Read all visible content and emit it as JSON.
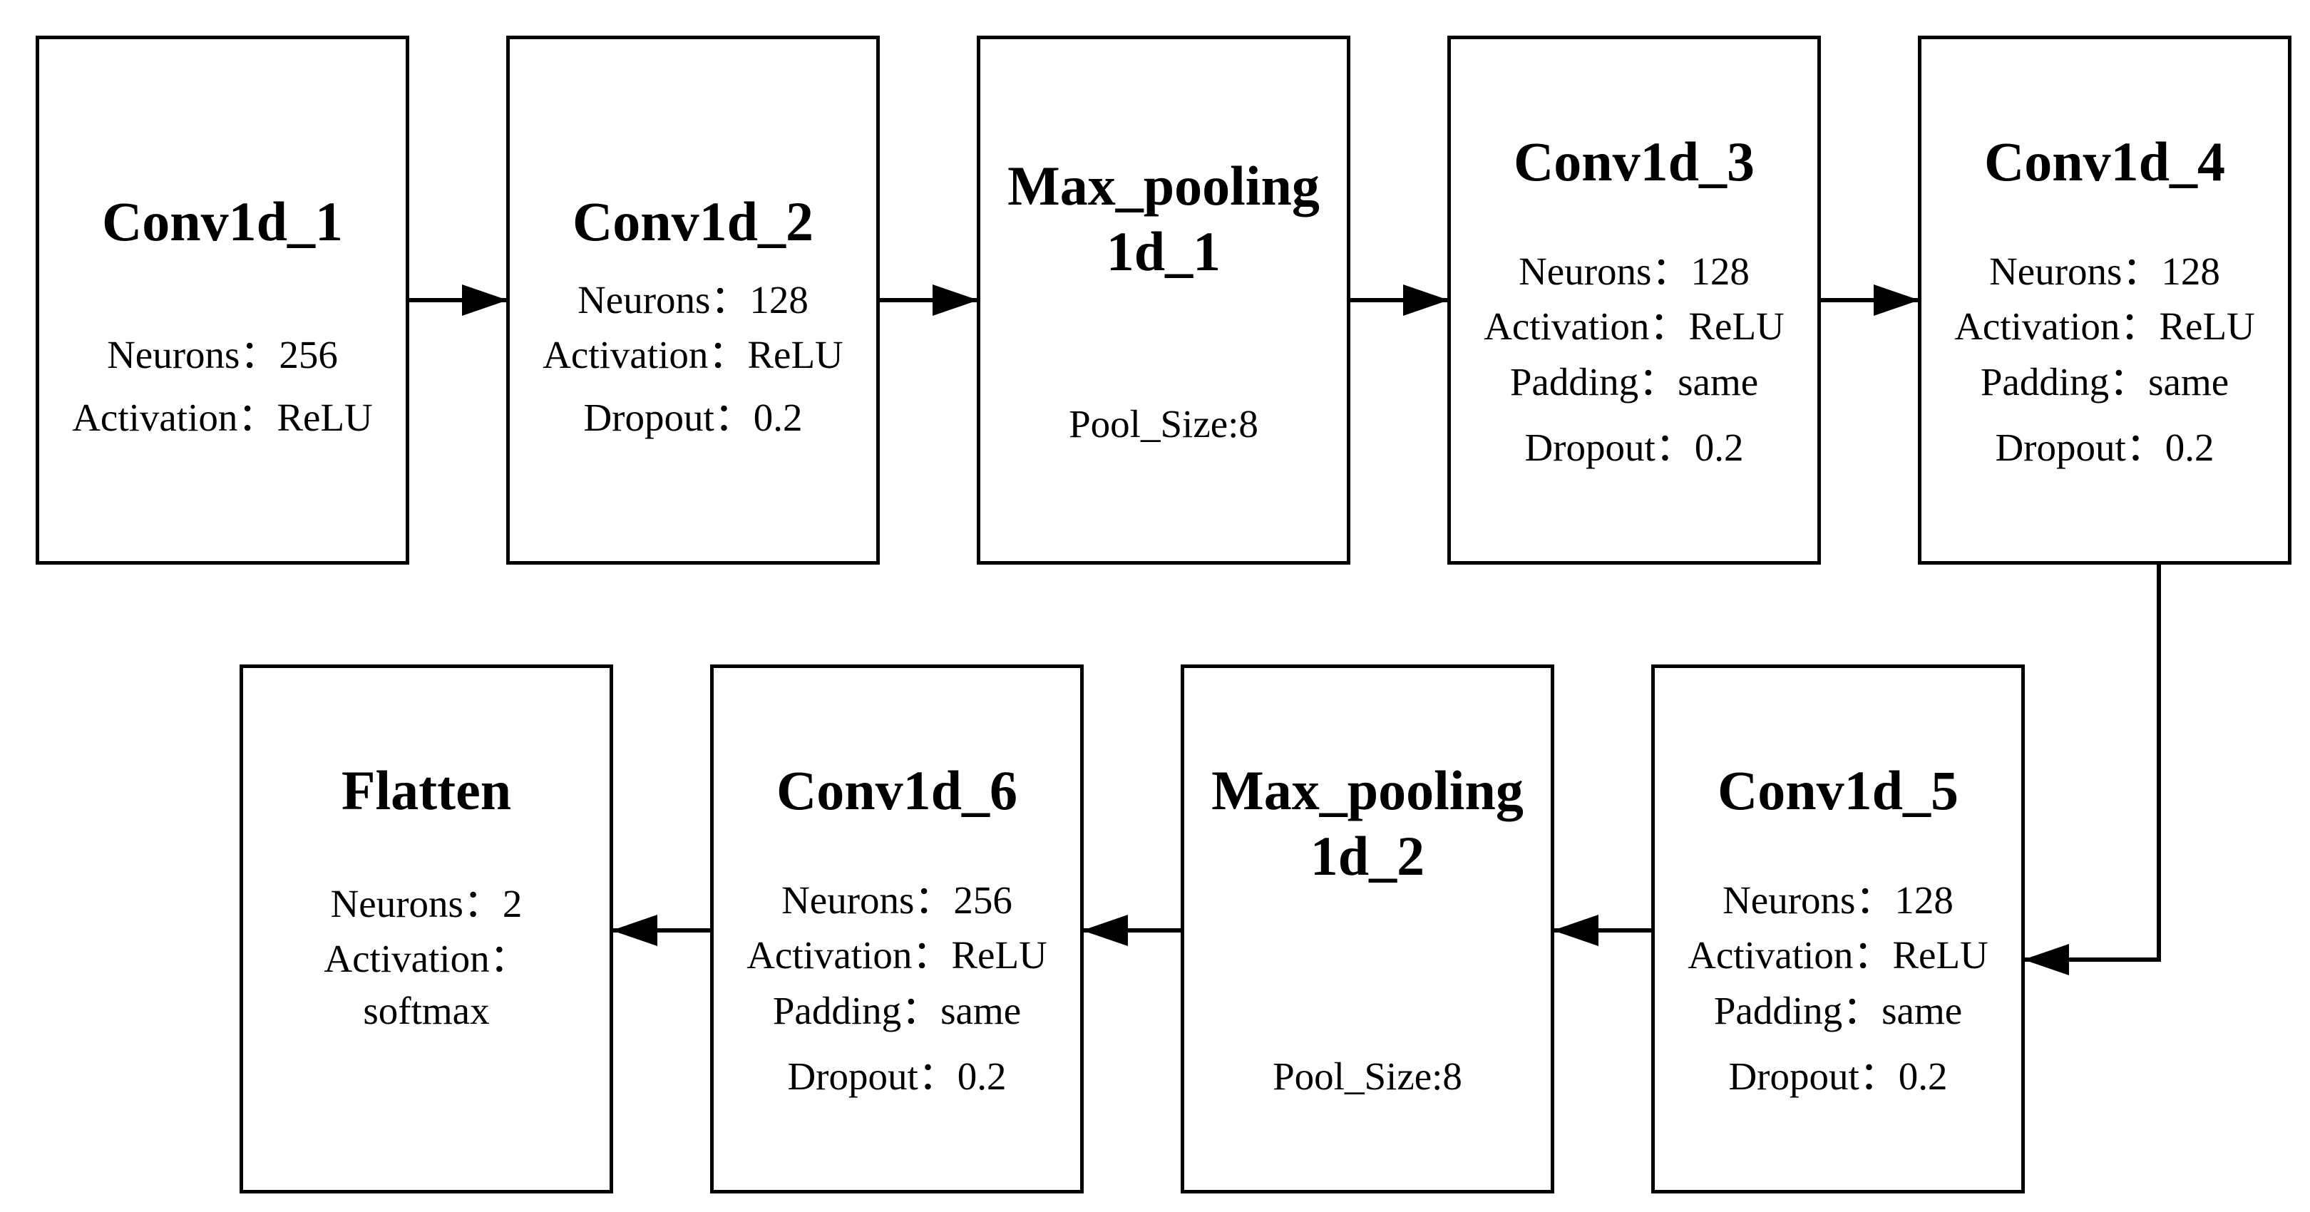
{
  "layers": [
    {
      "id": "conv1d-1",
      "title": "Conv1d_1",
      "props": [
        "Neurons：256",
        "Activation：ReLU"
      ]
    },
    {
      "id": "conv1d-2",
      "title": "Conv1d_2",
      "props": [
        "Neurons：128",
        "Activation：ReLU",
        "Dropout：0.2"
      ]
    },
    {
      "id": "max-pooling-1d-1",
      "title": "Max_pooling\n1d_1",
      "props": [
        "Pool_Size:8"
      ]
    },
    {
      "id": "conv1d-3",
      "title": "Conv1d_3",
      "props": [
        "Neurons：128",
        "Activation：ReLU",
        "Padding：same",
        "Dropout：0.2"
      ]
    },
    {
      "id": "conv1d-4",
      "title": "Conv1d_4",
      "props": [
        "Neurons：128",
        "Activation：ReLU",
        "Padding：same",
        "Dropout：0.2"
      ]
    },
    {
      "id": "conv1d-5",
      "title": "Conv1d_5",
      "props": [
        "Neurons：128",
        "Activation：ReLU",
        "Padding：same",
        "Dropout：0.2"
      ]
    },
    {
      "id": "max-pooling-1d-2",
      "title": "Max_pooling\n1d_2",
      "props": [
        "Pool_Size:8"
      ]
    },
    {
      "id": "conv1d-6",
      "title": "Conv1d_6",
      "props": [
        "Neurons：256",
        "Activation：ReLU",
        "Padding：same",
        "Dropout：0.2"
      ]
    },
    {
      "id": "flatten",
      "title": "Flatten",
      "props": [
        "Neurons：2",
        "Activation：",
        "softmax"
      ]
    }
  ],
  "connections": [
    {
      "from": "conv1d-1",
      "to": "conv1d-2"
    },
    {
      "from": "conv1d-2",
      "to": "max-pooling-1d-1"
    },
    {
      "from": "max-pooling-1d-1",
      "to": "conv1d-3"
    },
    {
      "from": "conv1d-3",
      "to": "conv1d-4"
    },
    {
      "from": "conv1d-4",
      "to": "conv1d-5"
    },
    {
      "from": "conv1d-5",
      "to": "max-pooling-1d-2"
    },
    {
      "from": "max-pooling-1d-2",
      "to": "conv1d-6"
    },
    {
      "from": "conv1d-6",
      "to": "flatten"
    }
  ],
  "colors": {
    "stroke": "#000000",
    "background": "#ffffff"
  }
}
